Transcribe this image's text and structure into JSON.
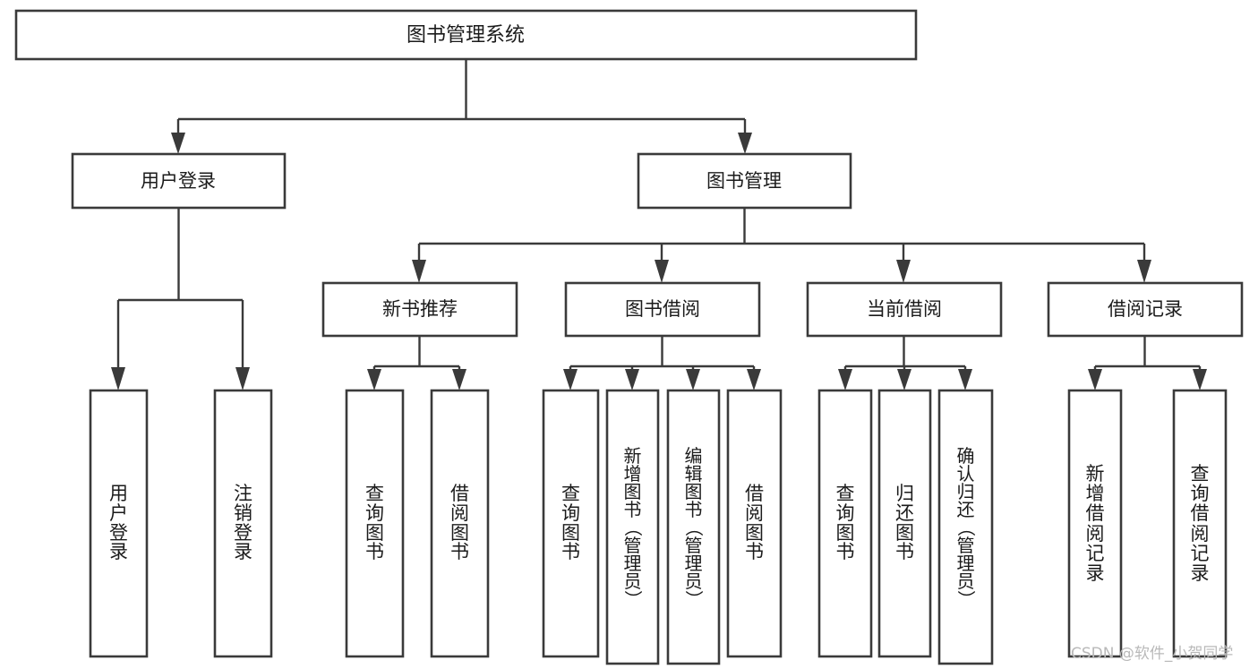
{
  "diagram": {
    "title": "图书管理系统",
    "watermark": "CSDN @软件_小贺同学",
    "colors": {
      "stroke": "#3a3a3a",
      "fill": "#ffffff",
      "text": "#1b1b1b",
      "watermark": "#b9b9b9",
      "background": "#ffffff"
    }
  },
  "chart_data": {
    "type": "tree",
    "title": "图书管理系统",
    "orientation": "top-down",
    "levels": 4,
    "nodes": [
      {
        "id": "root",
        "label": "图书管理系统",
        "level": 0,
        "parent": null,
        "orientation": "horizontal"
      },
      {
        "id": "user_login",
        "label": "用户登录",
        "level": 1,
        "parent": "root",
        "orientation": "horizontal"
      },
      {
        "id": "book_manage",
        "label": "图书管理",
        "level": 1,
        "parent": "root",
        "orientation": "horizontal"
      },
      {
        "id": "new_book_rec",
        "label": "新书推荐",
        "level": 2,
        "parent": "book_manage",
        "orientation": "horizontal"
      },
      {
        "id": "book_borrow",
        "label": "图书借阅",
        "level": 2,
        "parent": "book_manage",
        "orientation": "horizontal"
      },
      {
        "id": "current_borrow",
        "label": "当前借阅",
        "level": 2,
        "parent": "book_manage",
        "orientation": "horizontal"
      },
      {
        "id": "borrow_record",
        "label": "借阅记录",
        "level": 2,
        "parent": "book_manage",
        "orientation": "horizontal"
      },
      {
        "id": "leaf_user_login",
        "label": "用户登录",
        "level": 2,
        "parent": "user_login",
        "orientation": "vertical"
      },
      {
        "id": "leaf_logout",
        "label": "注销登录",
        "level": 2,
        "parent": "user_login",
        "orientation": "vertical"
      },
      {
        "id": "nbr_query",
        "label": "查询图书",
        "level": 3,
        "parent": "new_book_rec",
        "orientation": "vertical"
      },
      {
        "id": "nbr_borrow",
        "label": "借阅图书",
        "level": 3,
        "parent": "new_book_rec",
        "orientation": "vertical"
      },
      {
        "id": "bb_query",
        "label": "查询图书",
        "level": 3,
        "parent": "book_borrow",
        "orientation": "vertical"
      },
      {
        "id": "bb_add",
        "label": "新增图书（管理员）",
        "level": 3,
        "parent": "book_borrow",
        "orientation": "vertical"
      },
      {
        "id": "bb_edit",
        "label": "编辑图书（管理员）",
        "level": 3,
        "parent": "book_borrow",
        "orientation": "vertical"
      },
      {
        "id": "bb_borrow",
        "label": "借阅图书",
        "level": 3,
        "parent": "book_borrow",
        "orientation": "vertical"
      },
      {
        "id": "cb_query",
        "label": "查询图书",
        "level": 3,
        "parent": "current_borrow",
        "orientation": "vertical"
      },
      {
        "id": "cb_return",
        "label": "归还图书",
        "level": 3,
        "parent": "current_borrow",
        "orientation": "vertical"
      },
      {
        "id": "cb_confirm",
        "label": "确认归还（管理员）",
        "level": 3,
        "parent": "current_borrow",
        "orientation": "vertical"
      },
      {
        "id": "br_add",
        "label": "新增借阅记录",
        "level": 3,
        "parent": "borrow_record",
        "orientation": "vertical"
      },
      {
        "id": "br_query",
        "label": "查询借阅记录",
        "level": 3,
        "parent": "borrow_record",
        "orientation": "vertical"
      }
    ],
    "edges": [
      {
        "from": "root",
        "to": "user_login"
      },
      {
        "from": "root",
        "to": "book_manage"
      },
      {
        "from": "user_login",
        "to": "leaf_user_login"
      },
      {
        "from": "user_login",
        "to": "leaf_logout"
      },
      {
        "from": "book_manage",
        "to": "new_book_rec"
      },
      {
        "from": "book_manage",
        "to": "book_borrow"
      },
      {
        "from": "book_manage",
        "to": "current_borrow"
      },
      {
        "from": "book_manage",
        "to": "borrow_record"
      },
      {
        "from": "new_book_rec",
        "to": "nbr_query"
      },
      {
        "from": "new_book_rec",
        "to": "nbr_borrow"
      },
      {
        "from": "book_borrow",
        "to": "bb_query"
      },
      {
        "from": "book_borrow",
        "to": "bb_add"
      },
      {
        "from": "book_borrow",
        "to": "bb_edit"
      },
      {
        "from": "book_borrow",
        "to": "bb_borrow"
      },
      {
        "from": "current_borrow",
        "to": "cb_query"
      },
      {
        "from": "current_borrow",
        "to": "cb_return"
      },
      {
        "from": "current_borrow",
        "to": "cb_confirm"
      },
      {
        "from": "borrow_record",
        "to": "br_add"
      },
      {
        "from": "borrow_record",
        "to": "br_query"
      }
    ]
  }
}
